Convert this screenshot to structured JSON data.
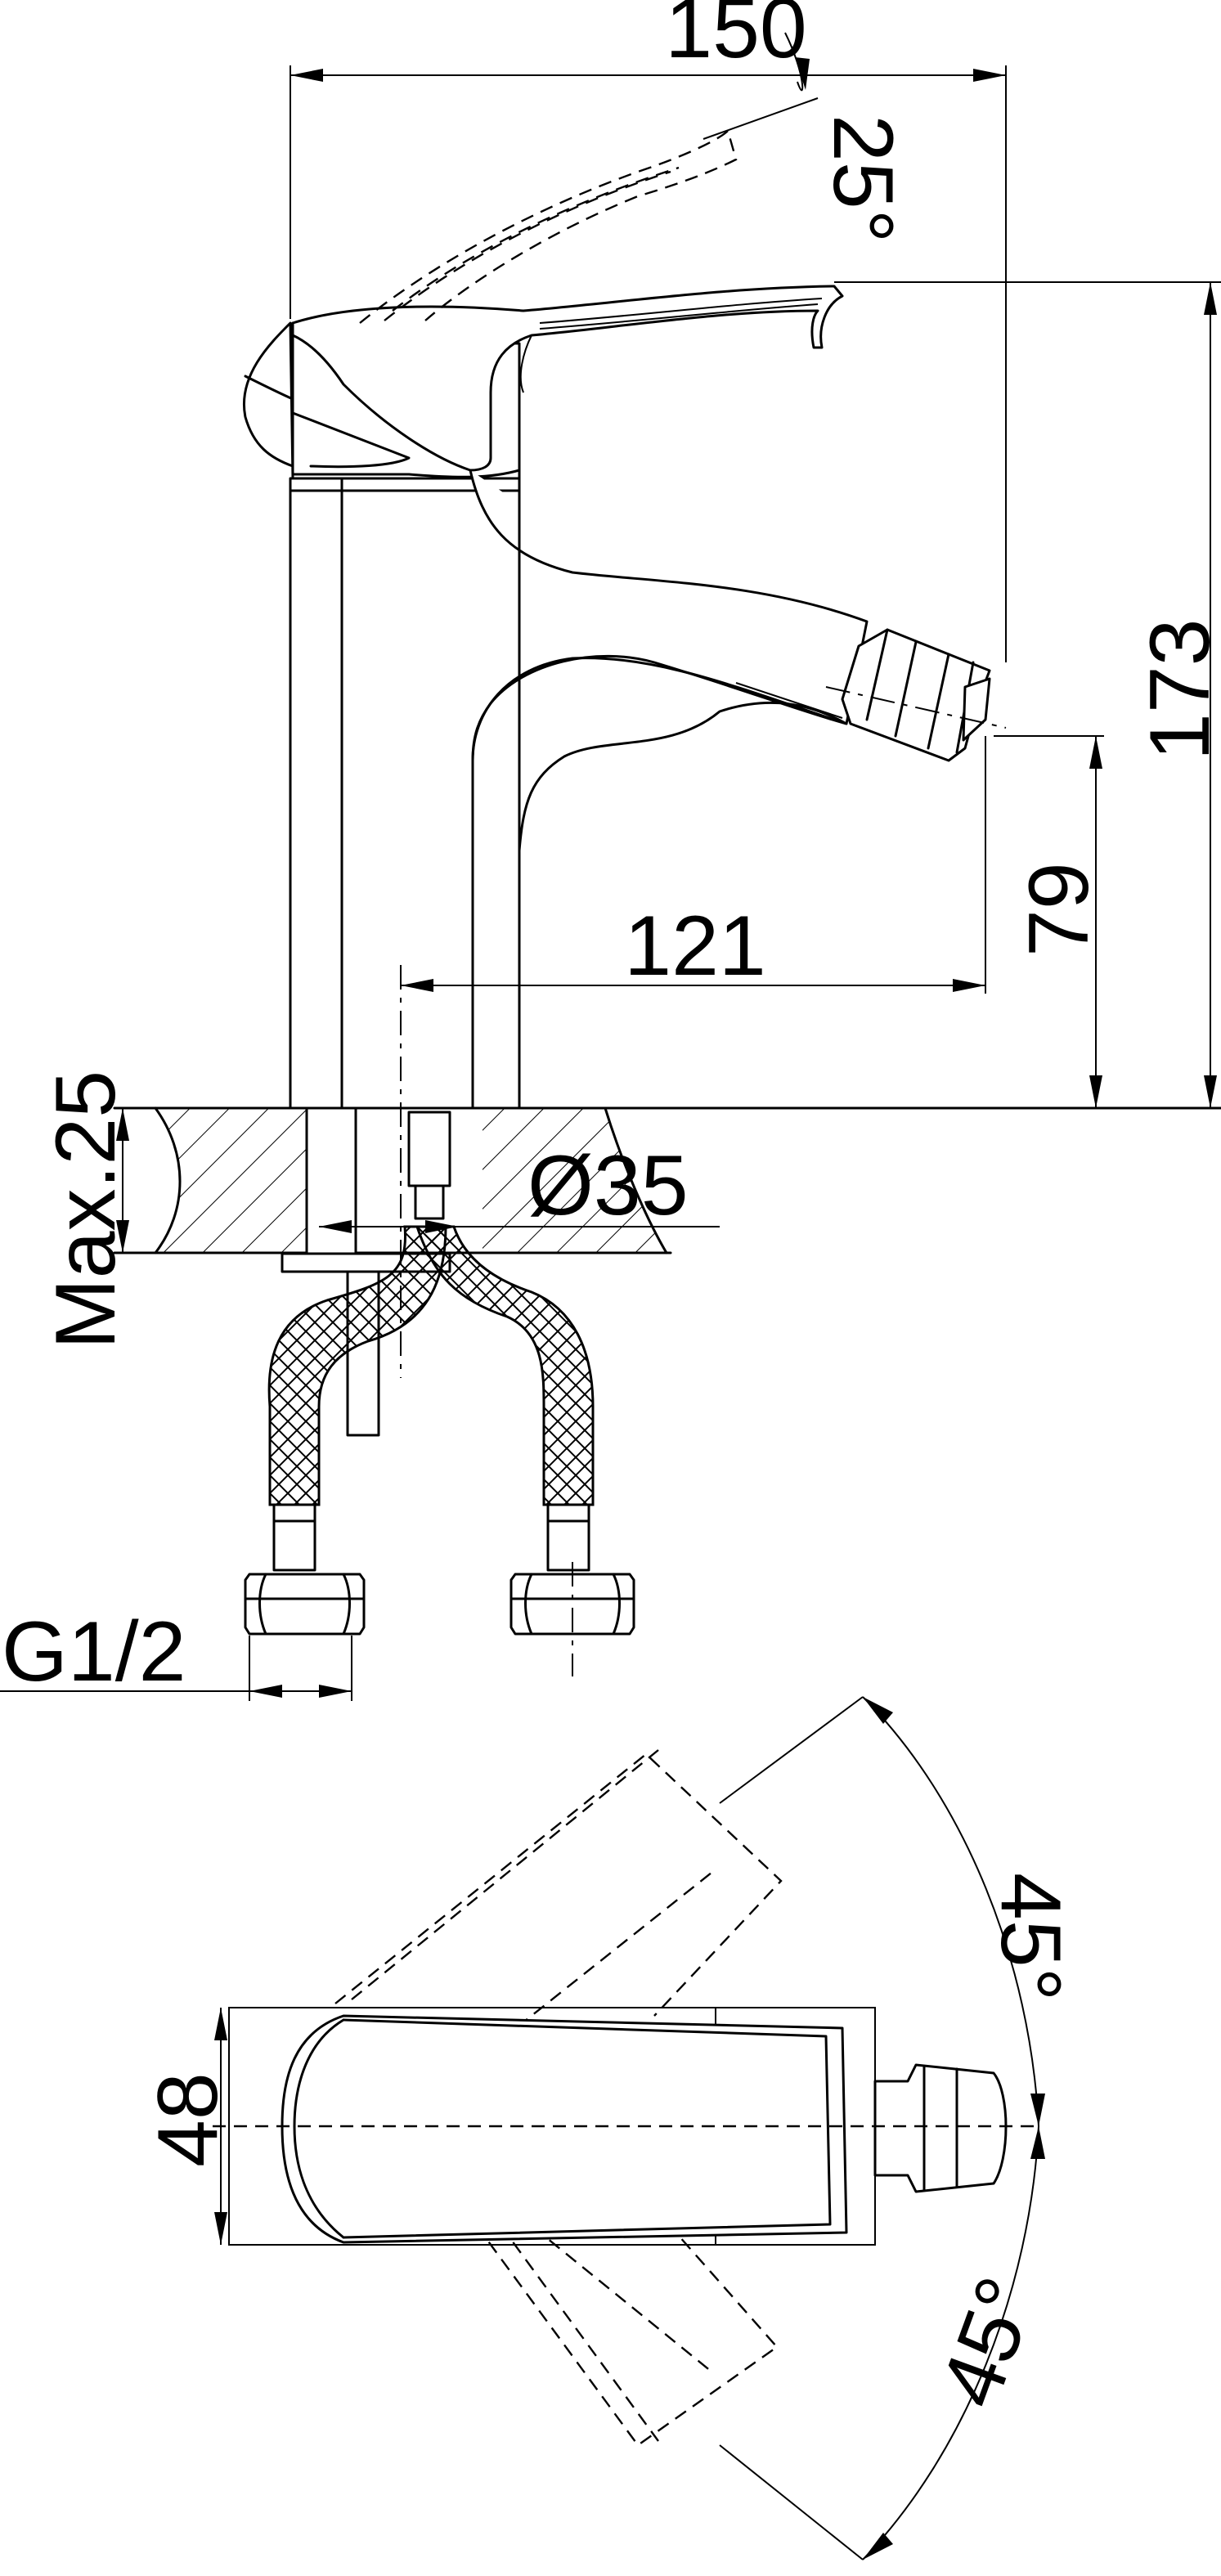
{
  "dimensions": {
    "overall_width": "150",
    "lever_angle": "25°",
    "overall_height": "173",
    "spout_height": "79",
    "spout_reach": "121",
    "max_deck": "Max.25",
    "hole_diameter": "Ø35",
    "thread": "G1/2",
    "body_width": "48",
    "rotation_upper": "45°",
    "rotation_lower": "45°"
  }
}
